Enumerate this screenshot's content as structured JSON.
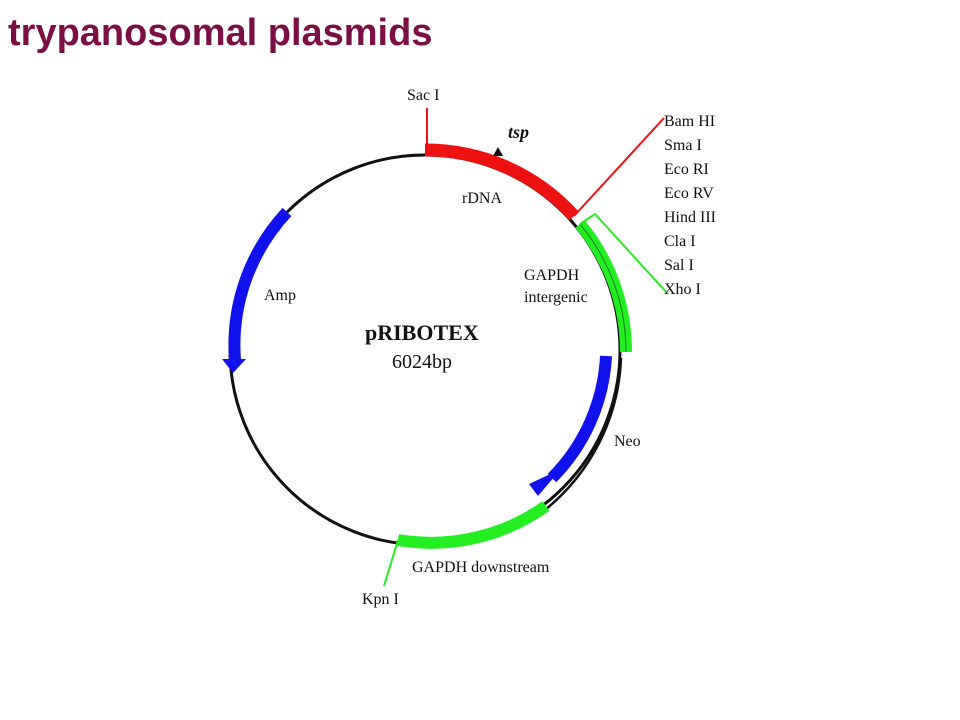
{
  "title": "trypanosomal plasmids",
  "colors": {
    "title": "#7a0f45",
    "backbone": "#111111",
    "rdna": "#ee1111",
    "gapdh": "#22ee22",
    "coding": "#1111ee"
  },
  "plasmid": {
    "name": "pRIBOTEX",
    "size": "6024bp",
    "elements": {
      "rdna": "rDNA",
      "gapdh_intergenic_line1": "GAPDH",
      "gapdh_intergenic_line2": "intergenic",
      "neo": "Neo",
      "gapdh_downstream": "GAPDH downstream",
      "amp": "Amp",
      "tsp": "tsp"
    },
    "sites": {
      "sac1": "Sac I",
      "kpn1": "Kpn I",
      "mcs_red": [
        "Bam HI",
        "Sma I",
        "Eco RI",
        "Eco RV"
      ],
      "mcs_green": [
        "Hind III",
        "Cla I",
        "Sal I",
        "Xho I"
      ]
    }
  }
}
